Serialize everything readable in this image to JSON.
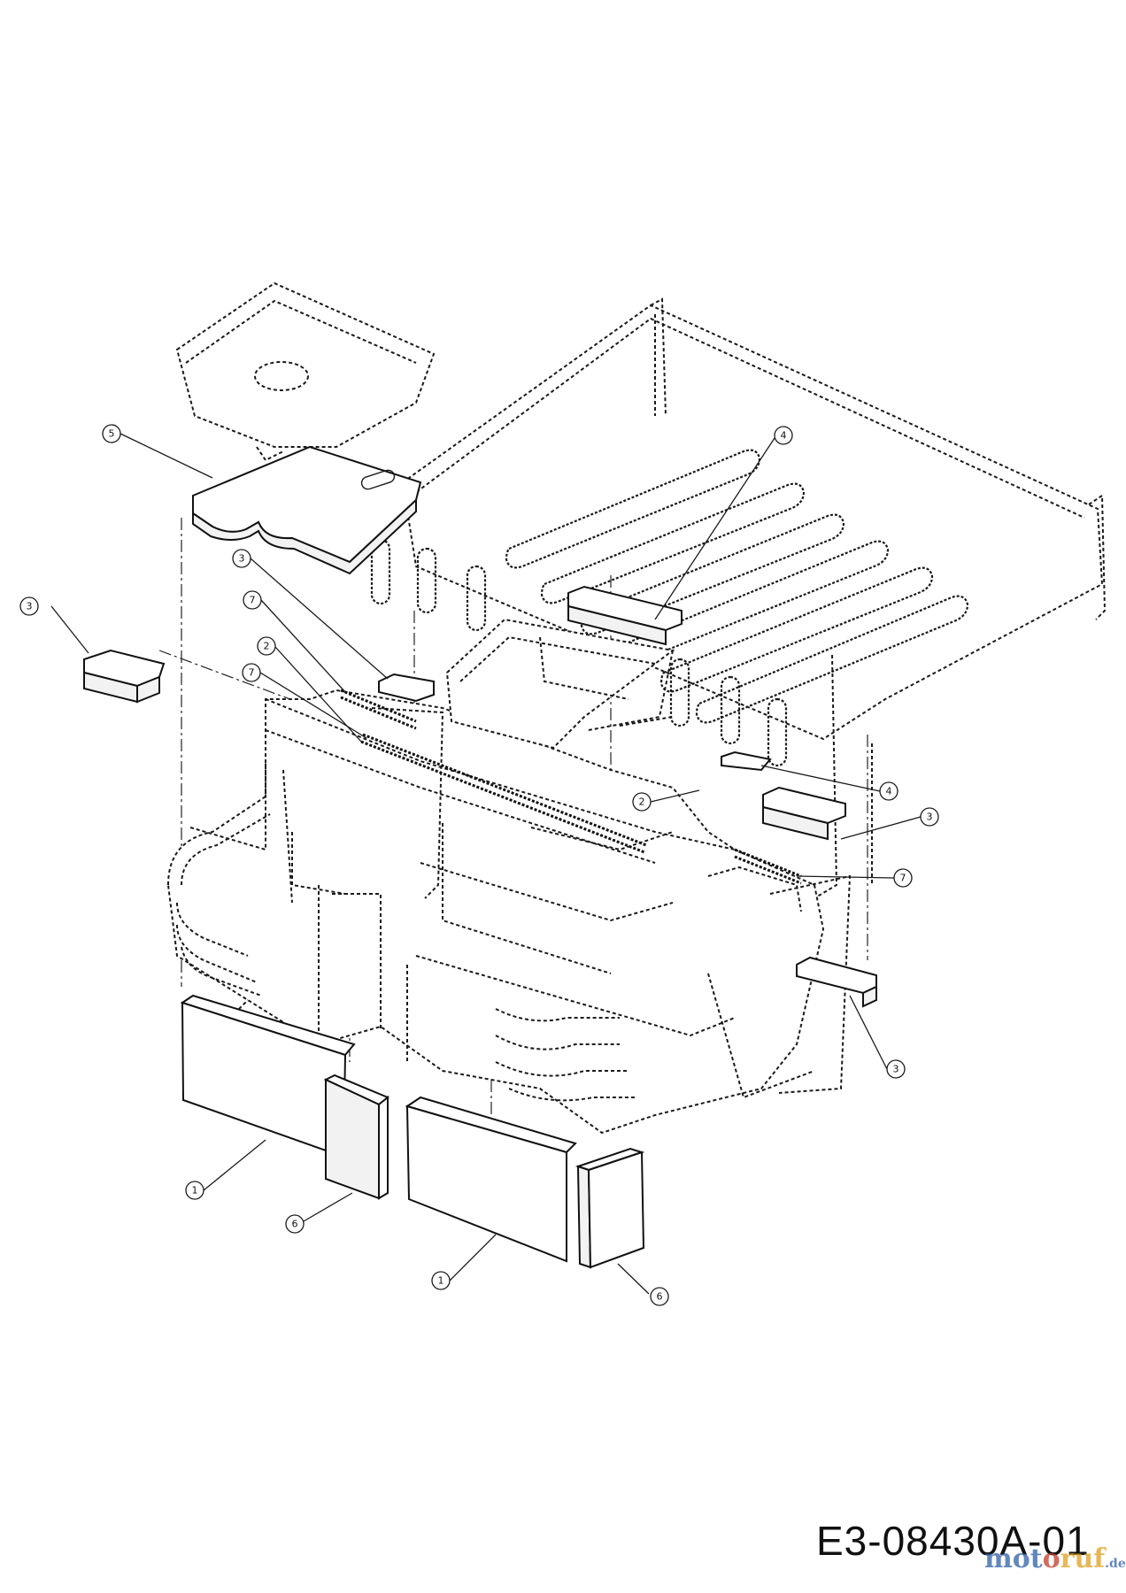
{
  "drawing": {
    "code": "E3-08430A-01",
    "watermark": {
      "part1": "mot",
      "part2": "o",
      "part3": "ruf",
      "tld": ".de"
    }
  },
  "callouts": [
    {
      "id": "callout-5",
      "label": "5"
    },
    {
      "id": "callout-4-top",
      "label": "4"
    },
    {
      "id": "callout-3-left",
      "label": "3"
    },
    {
      "id": "callout-3-upper",
      "label": "3"
    },
    {
      "id": "callout-7-upper",
      "label": "7"
    },
    {
      "id": "callout-2-left",
      "label": "2"
    },
    {
      "id": "callout-7-left",
      "label": "7"
    },
    {
      "id": "callout-2-right",
      "label": "2"
    },
    {
      "id": "callout-4-right",
      "label": "4"
    },
    {
      "id": "callout-3-right",
      "label": "3"
    },
    {
      "id": "callout-7-right",
      "label": "7"
    },
    {
      "id": "callout-3-lower",
      "label": "3"
    },
    {
      "id": "callout-1-left",
      "label": "1"
    },
    {
      "id": "callout-6-left",
      "label": "6"
    },
    {
      "id": "callout-1-right",
      "label": "1"
    },
    {
      "id": "callout-6-right",
      "label": "6"
    }
  ]
}
